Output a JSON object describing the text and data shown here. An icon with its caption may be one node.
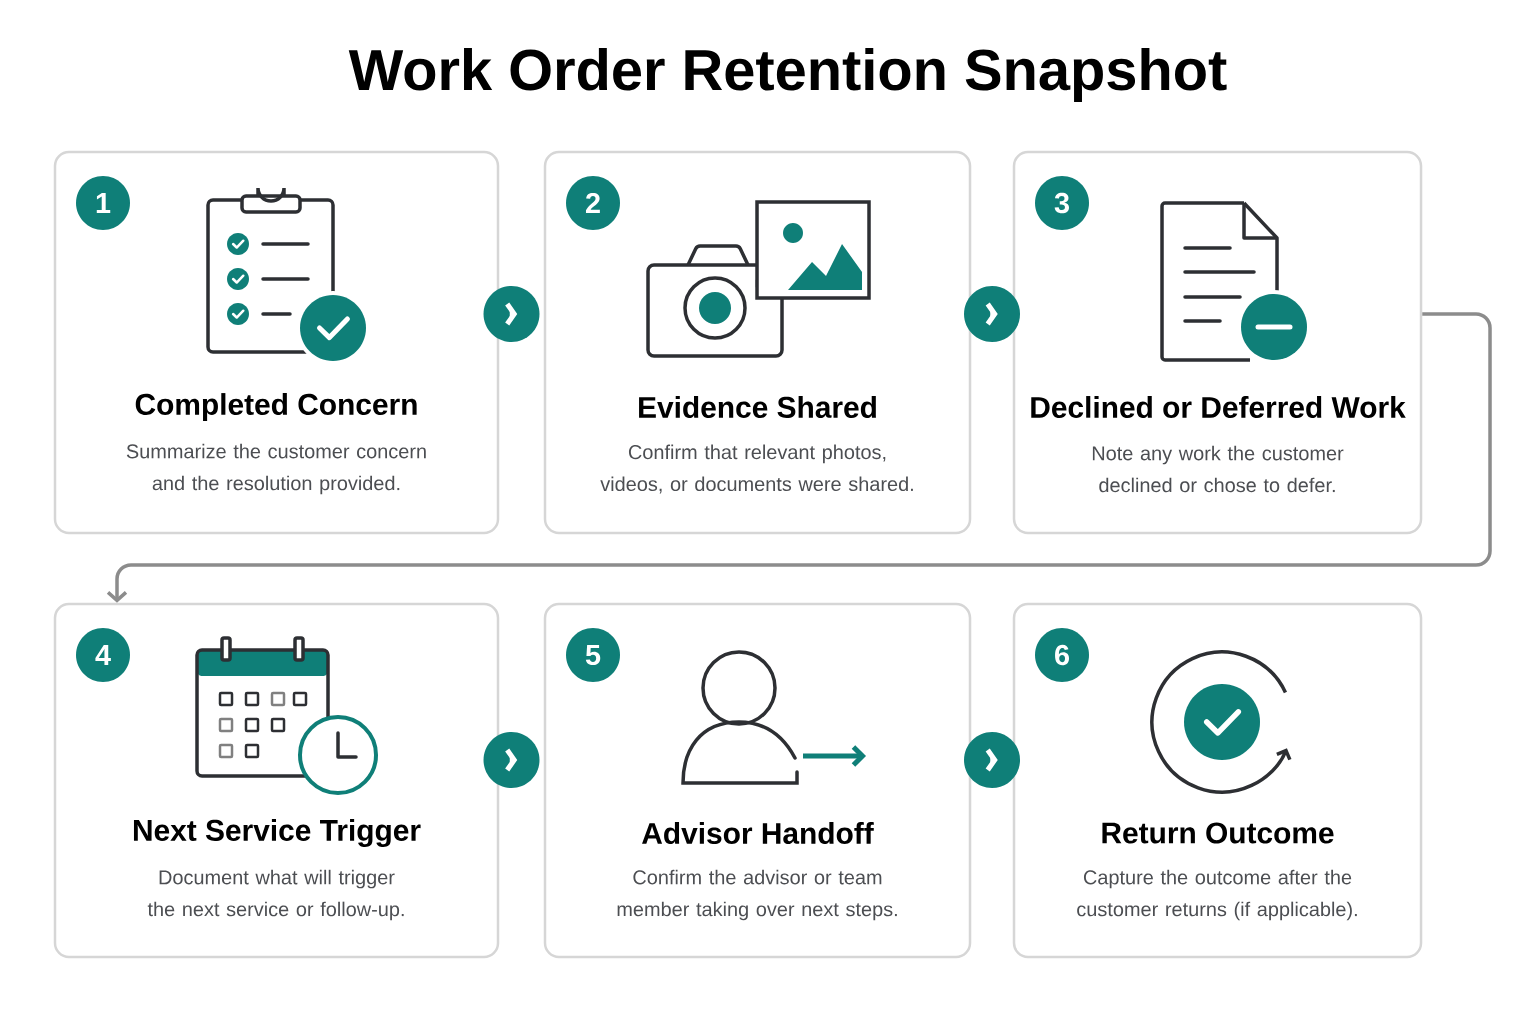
{
  "diagram": {
    "title": "Work Order Retention Snapshot",
    "nodes": [
      {
        "text": [
          "1",
          "Completed Concern",
          "Summarize the customer concern and the resolution provided."
        ]
      },
      {
        "text": [
          "2",
          "Evidence Shared",
          "Confirm that relevant photos, videos, or documents were shared."
        ]
      },
      {
        "text": [
          "3",
          "Declined or Deferred Work",
          "Note any work the customer declined or chose to defer."
        ]
      },
      {
        "text": [
          "4",
          "Next Service Trigger",
          "Document what will trigger the next service or follow-up."
        ]
      },
      {
        "text": [
          "5",
          "Advisor Handoff",
          "Confirm the advisor or team member taking over next steps."
        ]
      },
      {
        "text": [
          "6",
          "Return Outcome",
          "Capture the outcome after the customer returns (if applicable)."
        ]
      }
    ],
    "edges": [
      {
        "from": 0,
        "to": 1,
        "arrow": "to"
      },
      {
        "from": 1,
        "to": 2,
        "arrow": "to"
      },
      {
        "from": 2,
        "to": 3,
        "arrow": "to",
        "color": "#8c8c8c"
      },
      {
        "from": 3,
        "to": 4,
        "arrow": "to"
      },
      {
        "from": 4,
        "to": 5,
        "arrow": "to"
      }
    ]
  }
}
